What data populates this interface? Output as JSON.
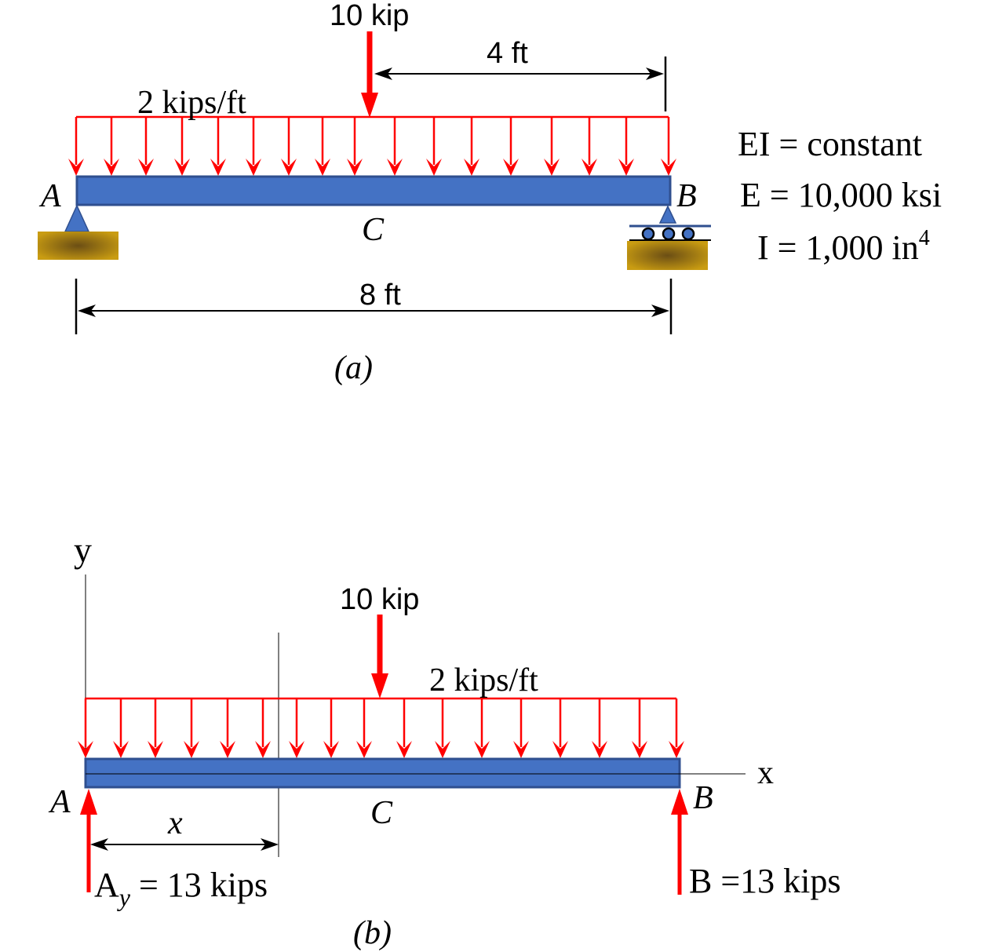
{
  "colors": {
    "beam_fill": "#4472C4",
    "beam_stroke": "#2F4F8F",
    "load": "#FF0000",
    "dimension": "#000000",
    "ground": "#C79A12",
    "ground_dark": "#7A5E10"
  },
  "figure_a": {
    "caption": "(a)",
    "point_load_label": "10 kip",
    "distributed_load_label": "2 kips/ft",
    "distance_label": "4 ft",
    "span_label": "8 ft",
    "point_a": "A",
    "point_b": "B",
    "point_c": "C",
    "support_a": "pin-support-icon",
    "support_b": "roller-support-icon",
    "properties": {
      "ei": "EI = constant",
      "e": "E = 10,000 ksi",
      "i": "I = 1,000 in",
      "i_exponent": "4"
    }
  },
  "figure_b": {
    "caption": "(b)",
    "point_load_label": "10 kip",
    "distributed_load_label": "2 kips/ft",
    "axis_y": "y",
    "axis_x": "x",
    "section_x": "x",
    "point_a": "A",
    "point_b": "B",
    "point_c": "C",
    "reaction_a_main": "A",
    "reaction_a_sub": "y",
    "reaction_a_value": " = 13 kips",
    "reaction_b": "B =13 kips"
  }
}
